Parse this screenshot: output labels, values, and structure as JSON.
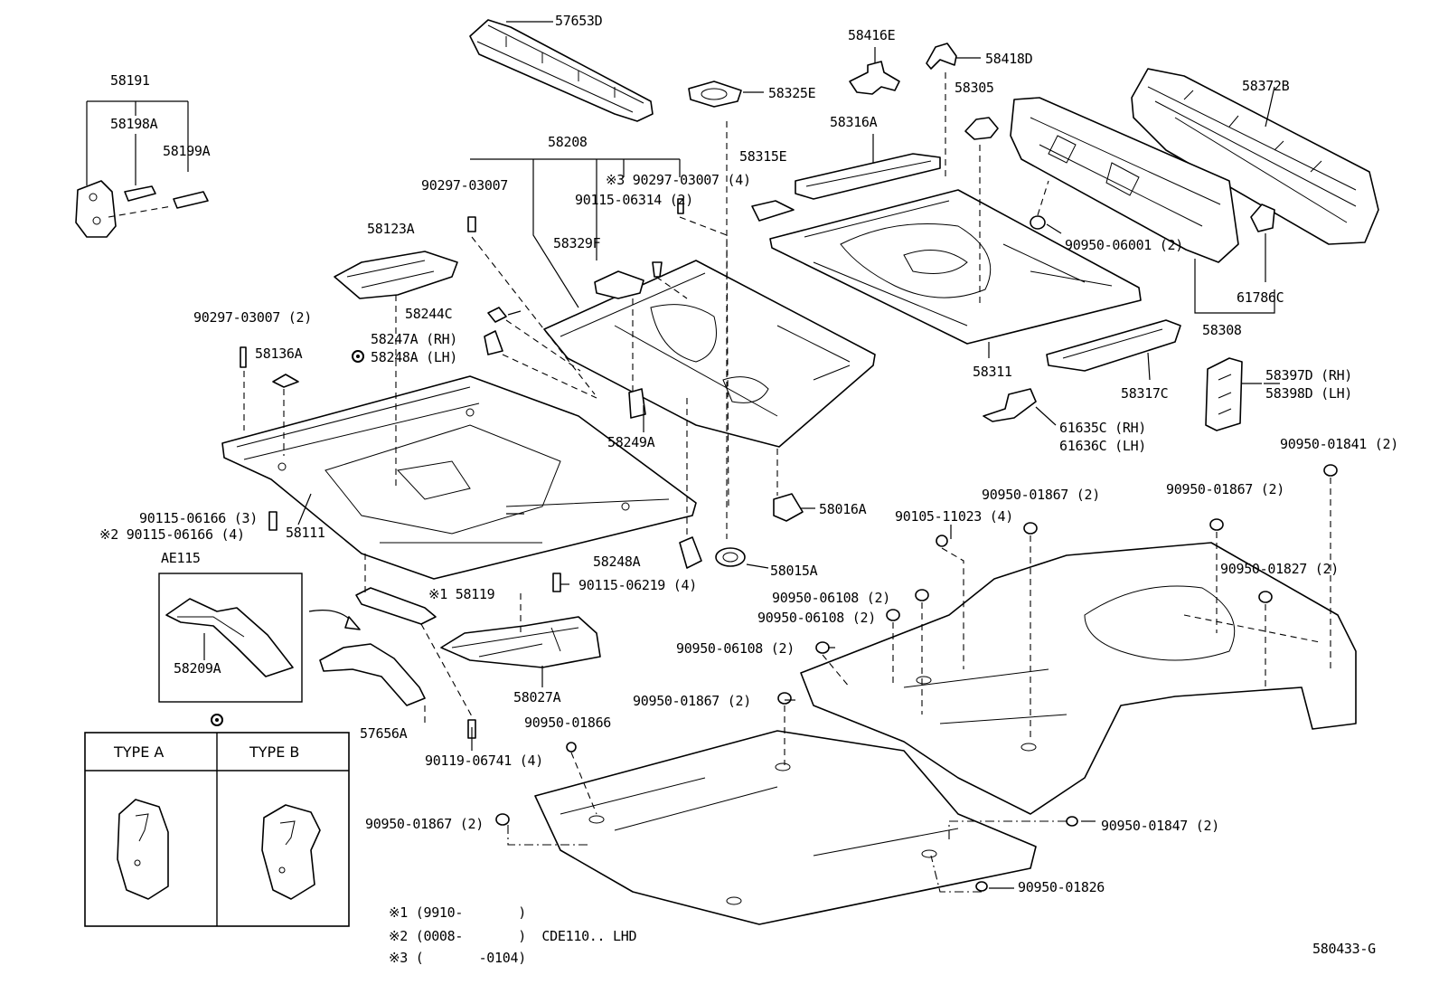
{
  "labels": {
    "p57653D": "57653D",
    "p58416E": "58416E",
    "p58418D": "58418D",
    "p58191": "58191",
    "p58198A": "58198A",
    "p58199A": "58199A",
    "p58325E": "58325E",
    "p58305": "58305",
    "p58372B": "58372B",
    "p58208": "58208",
    "p58316A": "58316A",
    "p90297_03007": "90297-03007",
    "p_mark3_90297": "※3 90297-03007 (4)",
    "p90115_06314": "90115-06314 (2)",
    "p58315E": "58315E",
    "p58123A": "58123A",
    "p58329F": "58329F",
    "p90950_06001": "90950-06001 (2)",
    "p90297_03007_2": "90297-03007 (2)",
    "p58244C": "58244C",
    "p58247A": "58247A (RH)",
    "p58248A_lh": "58248A (LH)",
    "p58136A": "58136A",
    "p61786C": "61786C",
    "p58308": "58308",
    "p58311": "58311",
    "p58317C": "58317C",
    "p58397D": "58397D (RH)",
    "p58398D": "58398D (LH)",
    "p61635C": "61635C (RH)",
    "p61636C": "61636C (LH)",
    "p58249A": "58249A",
    "p90950_01841": "90950-01841 (2)",
    "p58016A": "58016A",
    "p90115_06166_3": "90115-06166 (3)",
    "p_mark2_90115": "※2 90115-06166 (4)",
    "p58111": "58111",
    "p90105_11023": "90105-11023 (4)",
    "p90950_01867_a": "90950-01867 (2)",
    "p90950_01867_b": "90950-01867 (2)",
    "pAE115": "AE115",
    "p58248A": "58248A",
    "p58015A": "58015A",
    "p90950_01827": "90950-01827 (2)",
    "p90115_06219": "90115-06219 (4)",
    "p_mark1_58119": "※1 58119",
    "p90950_06108_a": "90950-06108 (2)",
    "p90950_06108_b": "90950-06108 (2)",
    "p90950_06108_c": "90950-06108 (2)",
    "p58209A": "58209A",
    "p58027A": "58027A",
    "p90950_01867_c": "90950-01867 (2)",
    "p90950_01866": "90950-01866",
    "p57656A": "57656A",
    "p90119_06741": "90119-06741 (4)",
    "p90950_01867_d": "90950-01867 (2)",
    "p90950_01847": "90950-01847 (2)",
    "p90950_01826": "90950-01826"
  },
  "type_box": {
    "type_a": "TYPE A",
    "type_b": "TYPE B"
  },
  "notes": {
    "note1": "※1 (9910-       )",
    "note2": "※2 (0008-       )  CDE110.. LHD",
    "note3": "※3 (       -0104)"
  },
  "diagram_code": "580433-G",
  "icons": {
    "type_marker": "circled-dot-marker-icon",
    "arrow": "curved-arrow-icon"
  }
}
